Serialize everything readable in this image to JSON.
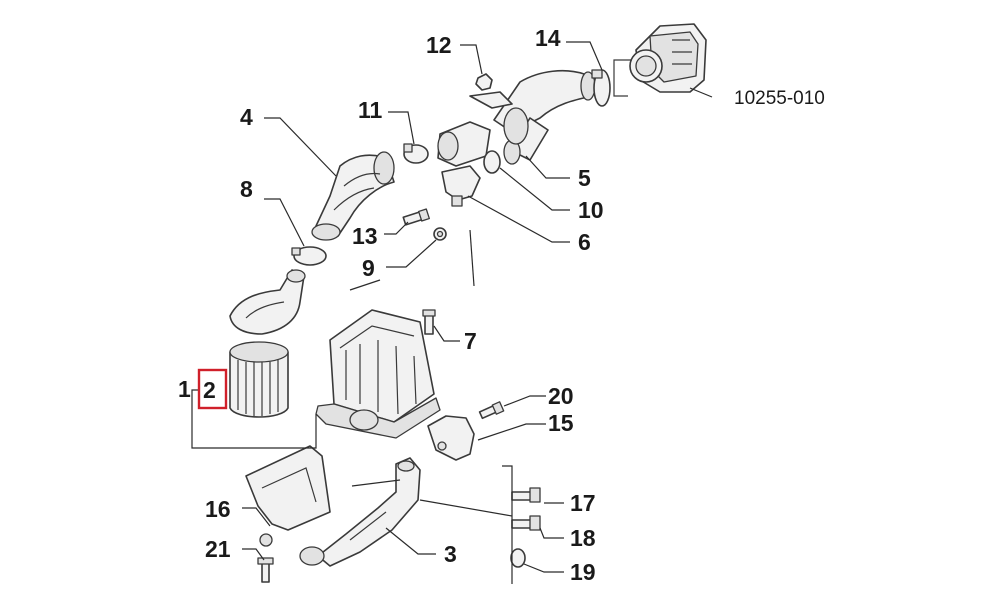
{
  "labels": {
    "l1": "1",
    "l2": "2",
    "l3": "3",
    "l4": "4",
    "l5": "5",
    "l6": "6",
    "l7": "7",
    "l8": "8",
    "l9": "9",
    "l10": "10",
    "l11": "11",
    "l12": "12",
    "l13": "13",
    "l14": "14",
    "l15": "15",
    "l16": "16",
    "l17": "17",
    "l18": "18",
    "l19": "19",
    "l20": "20",
    "l21": "21"
  },
  "reference": "10255-010",
  "highlight": {
    "label": "2",
    "color": "#d0202a"
  }
}
